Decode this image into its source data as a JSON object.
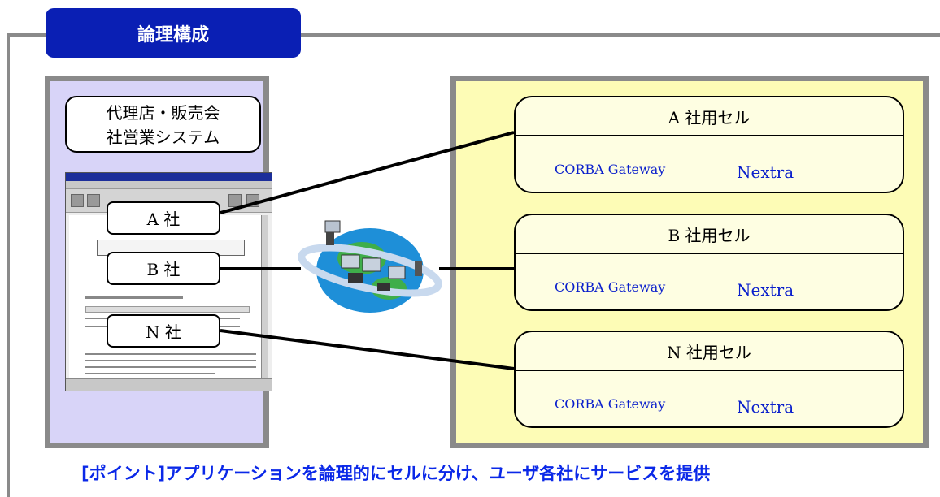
{
  "title": "論理構成",
  "system": {
    "label_line1": "代理店・販売会",
    "label_line2": "社営業システム"
  },
  "companies": [
    {
      "label": "A 社"
    },
    {
      "label": "B 社"
    },
    {
      "label": "N 社"
    }
  ],
  "cells": [
    {
      "title": "A 社用セル",
      "gateway": "CORBA Gateway",
      "product": "Nextra"
    },
    {
      "title": "B 社用セル",
      "gateway": "CORBA Gateway",
      "product": "Nextra"
    },
    {
      "title": "N 社用セル",
      "gateway": "CORBA Gateway",
      "product": "Nextra"
    }
  ],
  "point": "[ポイント]アプリケーションを論理的にセルに分け、ユーザ各社にサービスを提供",
  "colors": {
    "title_bg": "#0a1fb4",
    "left_panel_bg": "#d8d4f8",
    "right_panel_bg": "#fdfcb6",
    "cell_bg": "#fefee2",
    "accent_text": "#0a1fcc",
    "point_text": "#0a28e8"
  }
}
